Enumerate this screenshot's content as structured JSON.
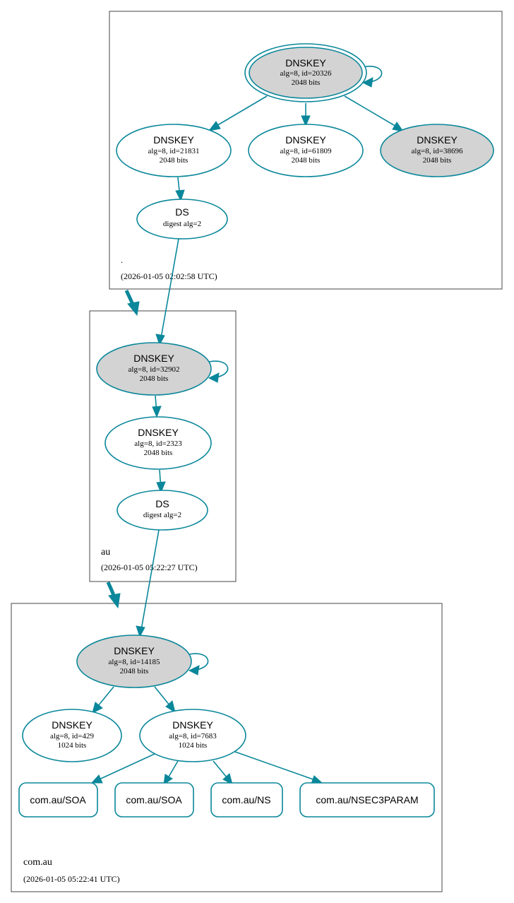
{
  "colors": {
    "edge": "#0a879a",
    "node_fill_gray": "#d3d3d3",
    "node_fill_white": "#ffffff",
    "zone_border": "#444444",
    "text": "#000000"
  },
  "zones": {
    "root": {
      "name": ".",
      "timestamp": "(2026-01-05 02:02:58 UTC)"
    },
    "au": {
      "name": "au",
      "timestamp": "(2026-01-05 05:22:27 UTC)"
    },
    "comau": {
      "name": "com.au",
      "timestamp": "(2026-01-05 05:22:41 UTC)"
    }
  },
  "nodes": {
    "root_ksk": {
      "title": "DNSKEY",
      "line1": "alg=8, id=20326",
      "line2": "2048 bits"
    },
    "root_zsk1": {
      "title": "DNSKEY",
      "line1": "alg=8, id=21831",
      "line2": "2048 bits"
    },
    "root_zsk2": {
      "title": "DNSKEY",
      "line1": "alg=8, id=61809",
      "line2": "2048 bits"
    },
    "root_k3": {
      "title": "DNSKEY",
      "line1": "alg=8, id=38696",
      "line2": "2048 bits"
    },
    "root_ds": {
      "title": "DS",
      "line1": "digest alg=2"
    },
    "au_ksk": {
      "title": "DNSKEY",
      "line1": "alg=8, id=32902",
      "line2": "2048 bits"
    },
    "au_zsk": {
      "title": "DNSKEY",
      "line1": "alg=8, id=2323",
      "line2": "2048 bits"
    },
    "au_ds": {
      "title": "DS",
      "line1": "digest alg=2"
    },
    "comau_ksk": {
      "title": "DNSKEY",
      "line1": "alg=8, id=14185",
      "line2": "2048 bits"
    },
    "comau_k1": {
      "title": "DNSKEY",
      "line1": "alg=8, id=429",
      "line2": "1024 bits"
    },
    "comau_zsk": {
      "title": "DNSKEY",
      "line1": "alg=8, id=7683",
      "line2": "1024 bits"
    }
  },
  "records": {
    "soa1": "com.au/SOA",
    "soa2": "com.au/SOA",
    "ns": "com.au/NS",
    "nsec3param": "com.au/NSEC3PARAM"
  }
}
